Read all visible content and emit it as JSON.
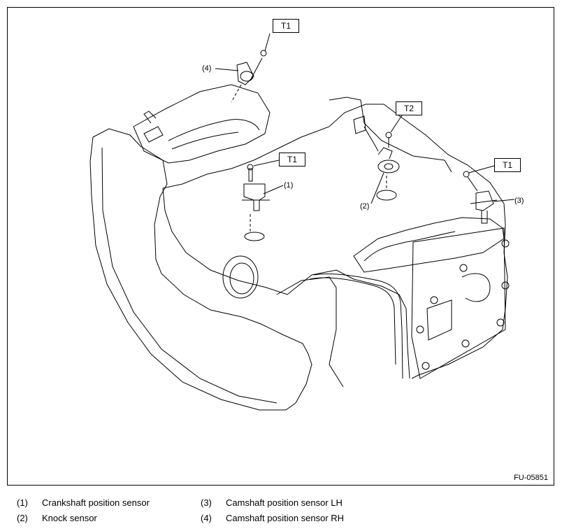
{
  "figure": {
    "id_label": "FU-05851",
    "torque_labels": {
      "t1_top": "T1",
      "t1_mid": "T1",
      "t2": "T2",
      "t1_right": "T1"
    },
    "part_labels": {
      "p1": "(1)",
      "p2": "(2)",
      "p3": "(3)",
      "p4": "(4)"
    }
  },
  "legend": {
    "items": [
      {
        "num": "(1)",
        "text": "Crankshaft position sensor"
      },
      {
        "num": "(3)",
        "text": "Camshaft position sensor LH"
      },
      {
        "num": "(2)",
        "text": "Knock sensor"
      },
      {
        "num": "(4)",
        "text": "Camshaft position sensor RH"
      }
    ]
  }
}
